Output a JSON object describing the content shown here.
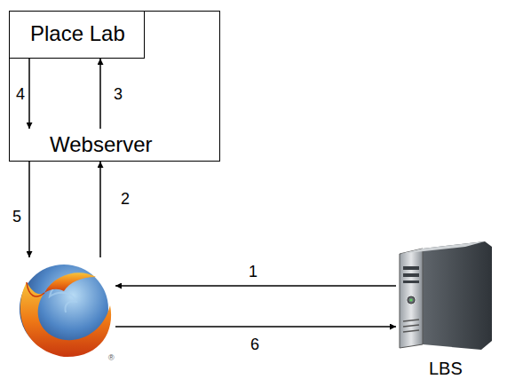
{
  "diagram": {
    "nodes": [
      {
        "text": [
          "Webserver"
        ]
      },
      {
        "text": [
          "Place Lab"
        ],
        "in": 0
      },
      {
        "text": [
          "®"
        ]
      },
      {
        "text": [
          "LBS"
        ]
      }
    ],
    "edges": [
      {
        "from": 3,
        "to": 2,
        "arrow": "to",
        "label": "1"
      },
      {
        "from": 2,
        "to": 0,
        "arrow": "to",
        "label": "2"
      },
      {
        "from": 0,
        "to": 1,
        "arrow": "to",
        "label": "3"
      },
      {
        "from": 1,
        "to": 0,
        "arrow": "to",
        "label": "4"
      },
      {
        "from": 0,
        "to": 2,
        "arrow": "to",
        "label": "5"
      },
      {
        "from": 2,
        "to": 3,
        "arrow": "to",
        "label": "6"
      }
    ]
  }
}
